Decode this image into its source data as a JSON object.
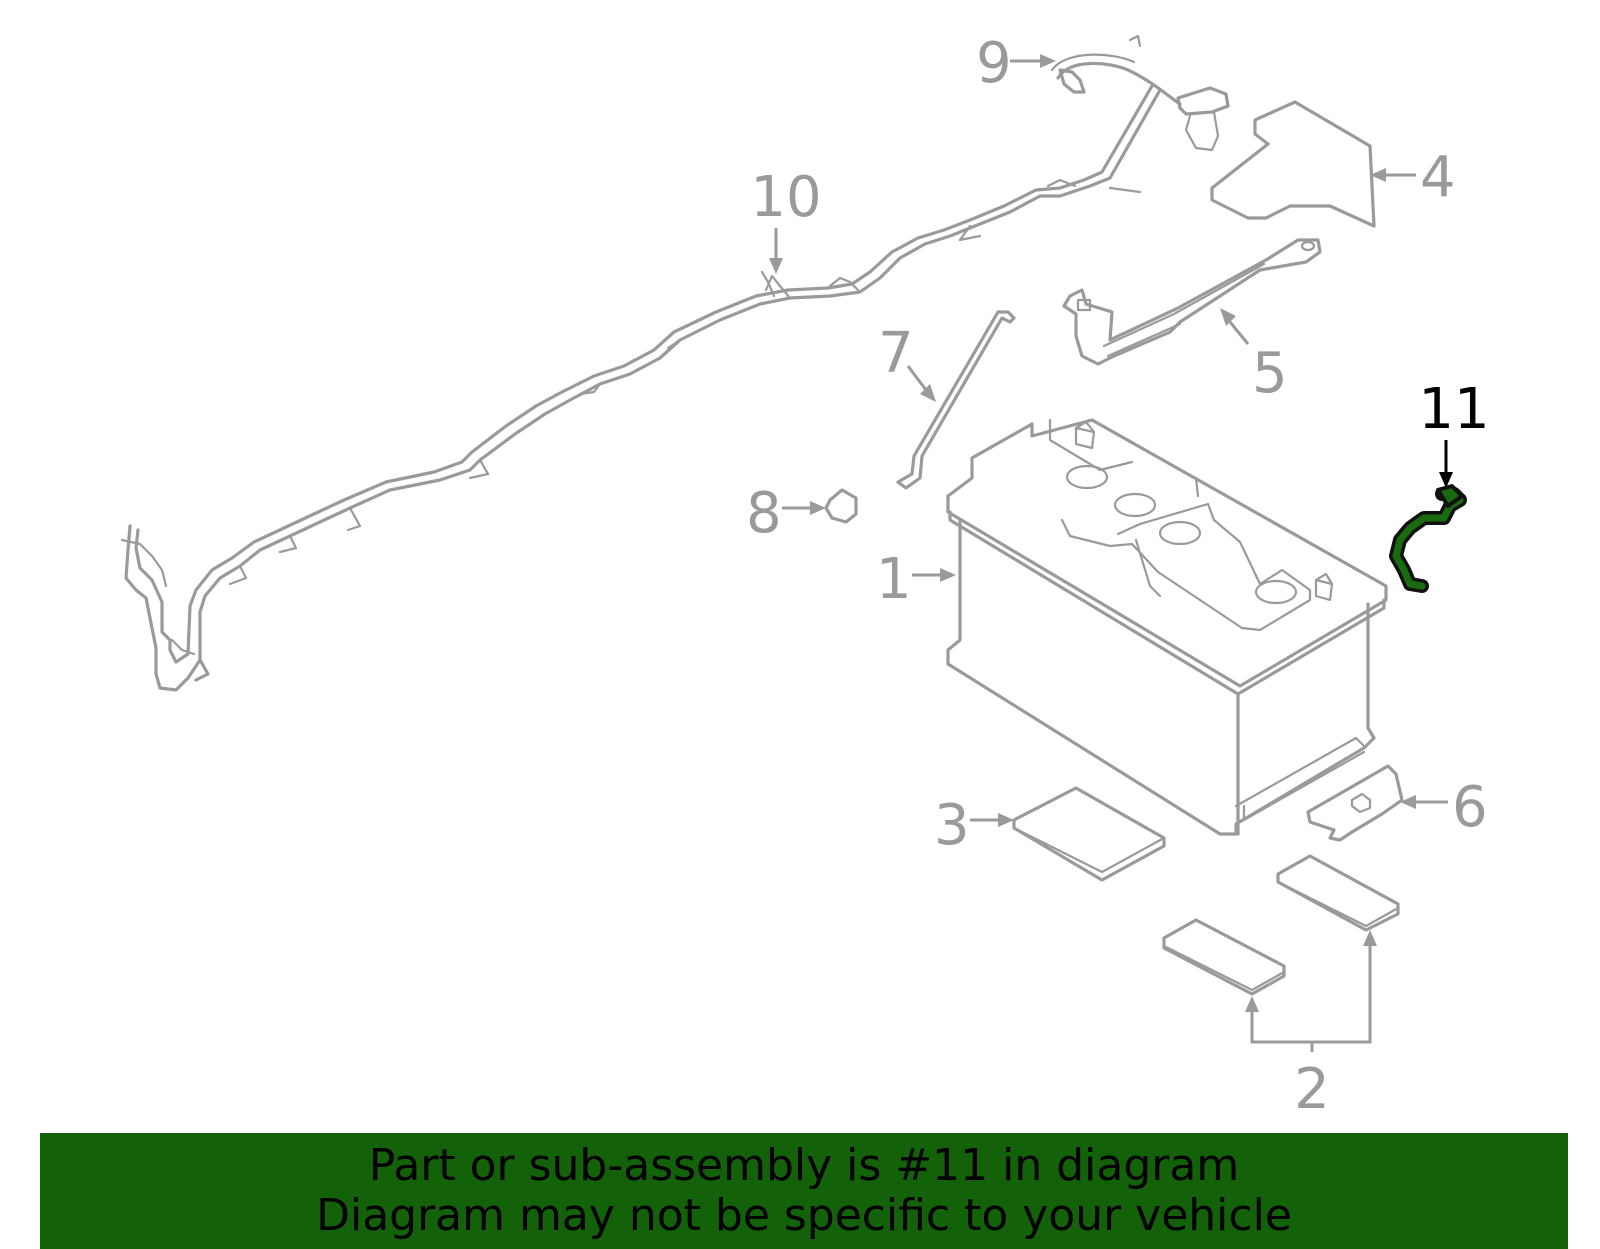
{
  "callouts": {
    "c1": "1",
    "c2": "2",
    "c3": "3",
    "c4": "4",
    "c5": "5",
    "c6": "6",
    "c7": "7",
    "c8": "8",
    "c9": "9",
    "c10": "10",
    "c11": "11"
  },
  "highlighted_part": "11",
  "banner": {
    "line1": "Part or sub-assembly is #11 in diagram",
    "line2": "Diagram may not be specific to your vehicle"
  },
  "colors": {
    "line_art": "#9a9a9a",
    "highlight_fill": "#1a6b10",
    "banner_background": "#136108",
    "banner_text": "#000000",
    "highlight_callout": "#000000"
  }
}
